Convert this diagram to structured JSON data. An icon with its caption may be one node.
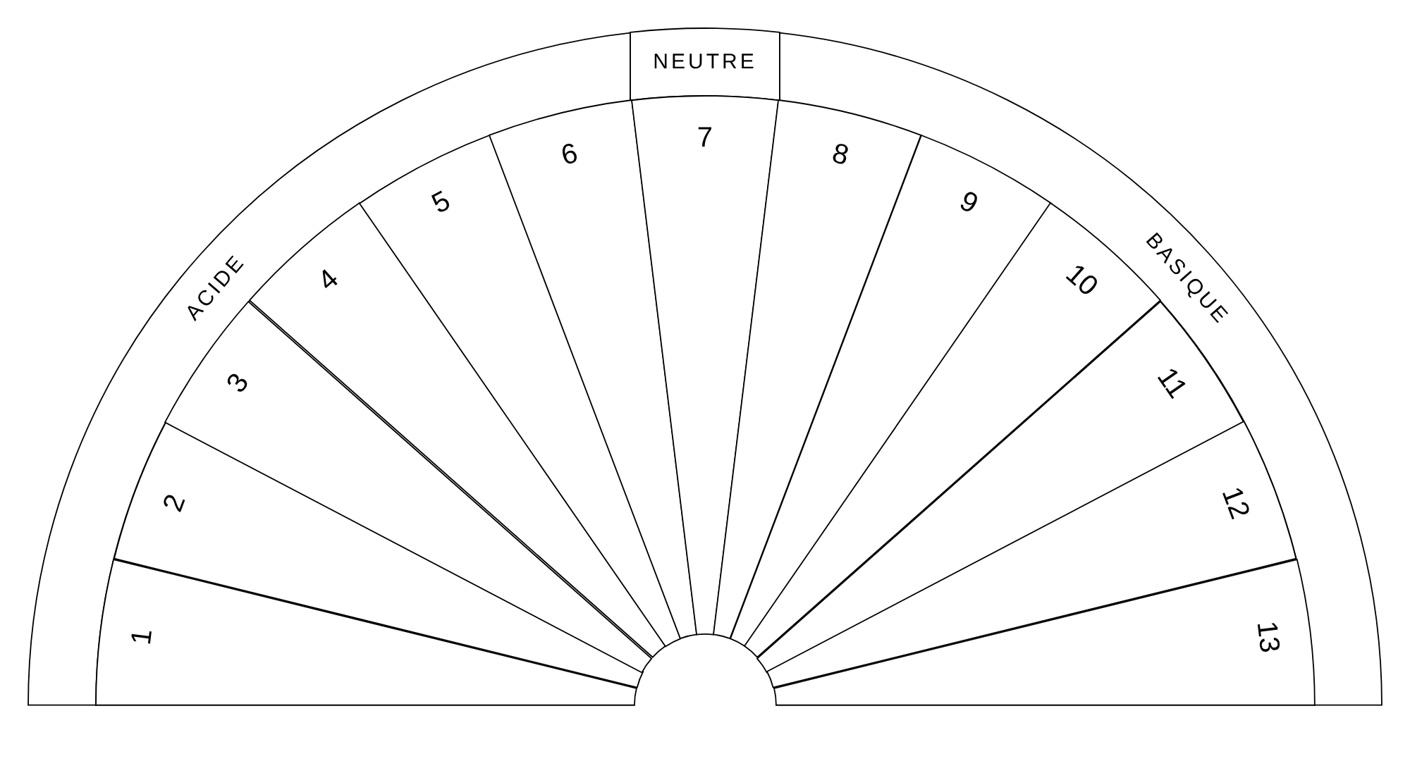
{
  "diagram": {
    "nodes": [
      {
        "text": [
          "ACIDE"
        ]
      },
      {
        "text": [
          "NEUTRE"
        ]
      },
      {
        "text": [
          "BASIQUE"
        ]
      },
      {
        "text": [
          "1"
        ]
      },
      {
        "text": [
          "2"
        ]
      },
      {
        "text": [
          "3"
        ]
      },
      {
        "text": [
          "4"
        ]
      },
      {
        "text": [
          "5"
        ]
      },
      {
        "text": [
          "6"
        ]
      },
      {
        "text": [
          "7"
        ]
      },
      {
        "text": [
          "8"
        ]
      },
      {
        "text": [
          "9"
        ]
      },
      {
        "text": [
          "10"
        ]
      },
      {
        "text": [
          "11"
        ]
      },
      {
        "text": [
          "12"
        ]
      },
      {
        "text": [
          "13"
        ]
      }
    ],
    "edges": []
  }
}
